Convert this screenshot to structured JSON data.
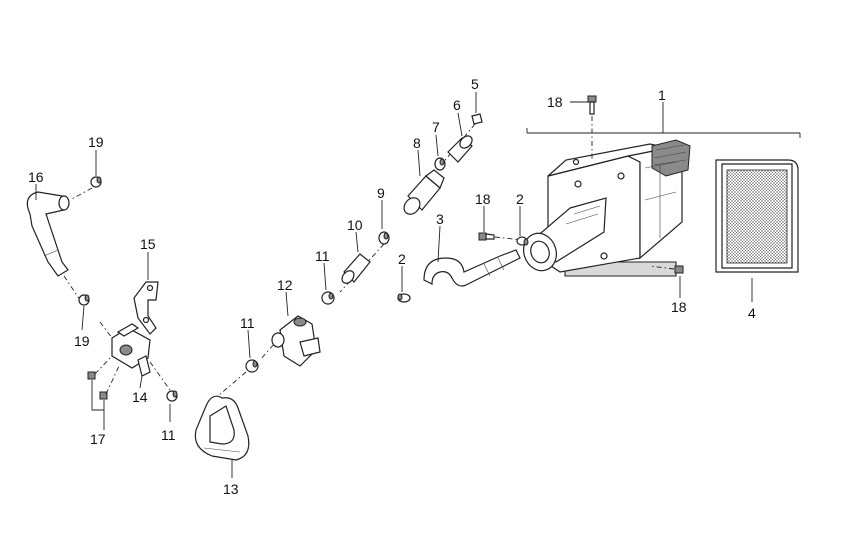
{
  "diagram": {
    "callouts": [
      "1",
      "2",
      "2",
      "3",
      "4",
      "5",
      "6",
      "7",
      "8",
      "9",
      "10",
      "11",
      "11",
      "11",
      "12",
      "13",
      "14",
      "15",
      "16",
      "17",
      "18",
      "18",
      "18",
      "19",
      "19"
    ]
  },
  "colors": {
    "line": "#222222",
    "background": "#ffffff",
    "mesh": "#6f6f6f"
  }
}
